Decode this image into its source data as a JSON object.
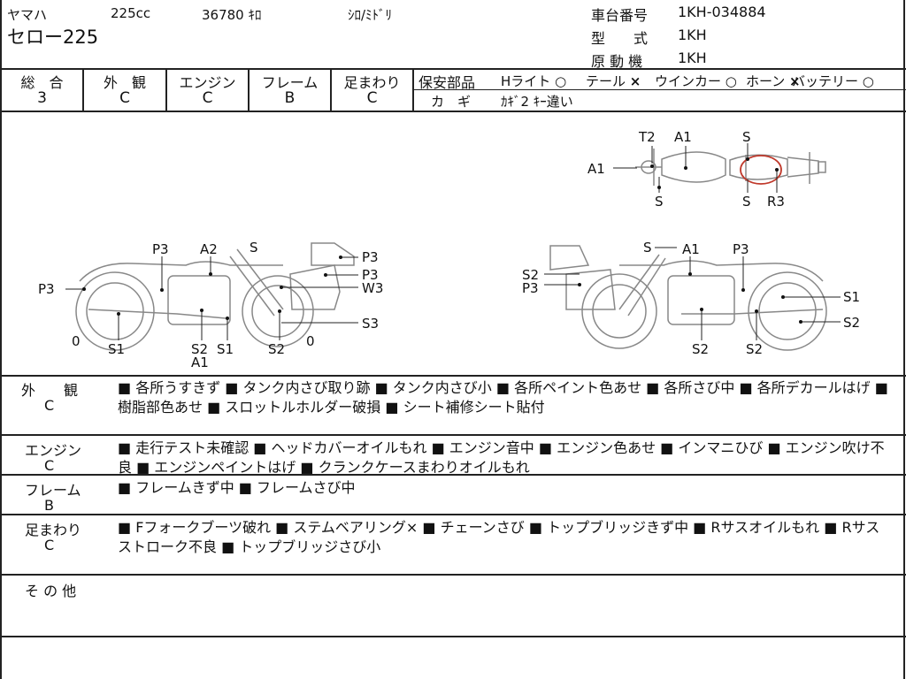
{
  "header": {
    "maker": "ヤマハ",
    "displacement": "225cc",
    "mileage": "36780 ｷﾛ",
    "color": "ｼﾛ/ﾐﾄﾞﾘ",
    "model_name": "セロー225",
    "frame_no_label": "車台番号",
    "frame_no": "1KH-034884",
    "type_label": "型　　式",
    "type": "1KH",
    "engine_label": "原 動 機",
    "engine": "1KH"
  },
  "grades": [
    {
      "label": "総　合",
      "value": "3"
    },
    {
      "label": "外　観",
      "value": "C"
    },
    {
      "label": "エンジン",
      "value": "C"
    },
    {
      "label": "フレーム",
      "value": "B"
    },
    {
      "label": "足まわり",
      "value": "C"
    }
  ],
  "safety": {
    "label": "保安部品",
    "items": [
      {
        "name": "Hライト",
        "mark": "○"
      },
      {
        "name": "テール",
        "mark": "×"
      },
      {
        "name": "ウインカー",
        "mark": "○"
      },
      {
        "name": "ホーン",
        "mark": "×"
      },
      {
        "name": "バッテリー",
        "mark": "○"
      }
    ],
    "key_label": "カ　ギ",
    "key_value": "ｶｷﾞ2 ｷｰ違い"
  },
  "diagram_labels": {
    "top": [
      "T2",
      "A1",
      "S",
      "A1",
      "S",
      "S",
      "R3"
    ],
    "left": [
      "P3",
      "A2",
      "S",
      "P3",
      "P3",
      "P3",
      "W3",
      "S3",
      "0",
      "0",
      "S1",
      "S2",
      "S1",
      "S2",
      "A1"
    ],
    "right": [
      "S",
      "A1",
      "P3",
      "S2",
      "P3",
      "S1",
      "S2",
      "S2",
      "S2"
    ]
  },
  "sections": [
    {
      "label": "外　　観",
      "grade": "C",
      "text": "■ 各所うすきず ■ タンク内さび取り跡 ■ タンク内さび小 ■ 各所ペイント色あせ ■ 各所さび中 ■ 各所デカールはげ ■ 樹脂部色あせ ■ スロットルホルダー破損 ■ シート補修シート貼付"
    },
    {
      "label": "エンジン",
      "grade": "C",
      "text": "■ 走行テスト未確認 ■ ヘッドカバーオイルもれ ■ エンジン音中 ■ エンジン色あせ ■ インマニひび ■ エンジン吹け不良 ■ エンジンペイントはげ ■ クランクケースまわりオイルもれ"
    },
    {
      "label": "フレーム",
      "grade": "B",
      "text": "■ フレームきず中 ■ フレームさび中"
    },
    {
      "label": "足まわり",
      "grade": "C",
      "text": "■ Fフォークブーツ破れ ■ ステムベアリング× ■ チェーンさび ■ トップブリッジきず中 ■ Rサスオイルもれ ■ Rサスストローク不良 ■ トップブリッジさび小"
    },
    {
      "label": "そ の 他",
      "grade": "",
      "text": ""
    }
  ]
}
